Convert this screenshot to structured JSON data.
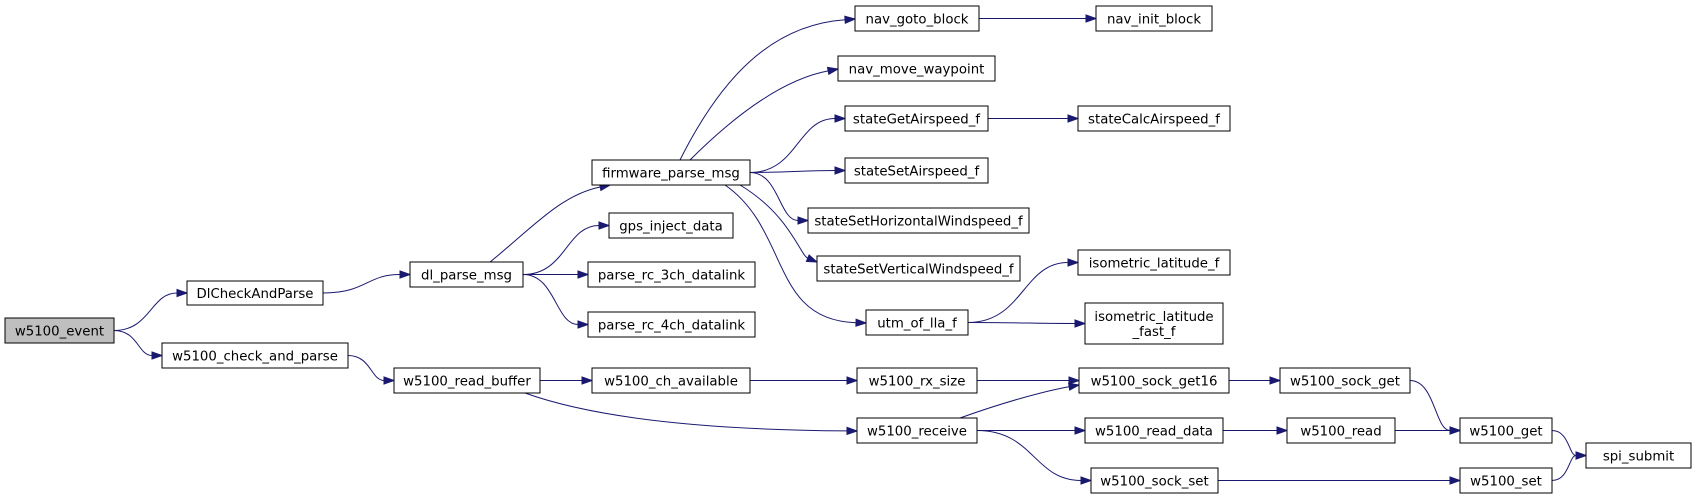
{
  "graph": {
    "type": "call-graph",
    "edge_color": "#191970",
    "root_fill": "#bfbfbf",
    "nodes": [
      {
        "id": "w5100_event",
        "lines": [
          "w5100_event"
        ],
        "root": true
      },
      {
        "id": "DlCheckAndParse",
        "lines": [
          "DlCheckAndParse"
        ]
      },
      {
        "id": "w5100_check_and_parse",
        "lines": [
          "w5100_check_and_parse"
        ]
      },
      {
        "id": "dl_parse_msg",
        "lines": [
          "dl_parse_msg"
        ]
      },
      {
        "id": "w5100_read_buffer",
        "lines": [
          "w5100_read_buffer"
        ]
      },
      {
        "id": "firmware_parse_msg",
        "lines": [
          "firmware_parse_msg"
        ]
      },
      {
        "id": "gps_inject_data",
        "lines": [
          "gps_inject_data"
        ]
      },
      {
        "id": "parse_rc_3ch_datalink",
        "lines": [
          "parse_rc_3ch_datalink"
        ]
      },
      {
        "id": "parse_rc_4ch_datalink",
        "lines": [
          "parse_rc_4ch_datalink"
        ]
      },
      {
        "id": "w5100_ch_available",
        "lines": [
          "w5100_ch_available"
        ]
      },
      {
        "id": "nav_goto_block",
        "lines": [
          "nav_goto_block"
        ]
      },
      {
        "id": "nav_move_waypoint",
        "lines": [
          "nav_move_waypoint"
        ]
      },
      {
        "id": "stateGetAirspeed_f",
        "lines": [
          "stateGetAirspeed_f"
        ]
      },
      {
        "id": "stateSetAirspeed_f",
        "lines": [
          "stateSetAirspeed_f"
        ]
      },
      {
        "id": "stateSetHorizontalWindspeed_f",
        "lines": [
          "stateSetHorizontalWindspeed_f"
        ]
      },
      {
        "id": "stateSetVerticalWindspeed_f",
        "lines": [
          "stateSetVerticalWindspeed_f"
        ]
      },
      {
        "id": "utm_of_lla_f",
        "lines": [
          "utm_of_lla_f"
        ]
      },
      {
        "id": "w5100_rx_size",
        "lines": [
          "w5100_rx_size"
        ]
      },
      {
        "id": "w5100_receive",
        "lines": [
          "w5100_receive"
        ]
      },
      {
        "id": "nav_init_block",
        "lines": [
          "nav_init_block"
        ]
      },
      {
        "id": "stateCalcAirspeed_f",
        "lines": [
          "stateCalcAirspeed_f"
        ]
      },
      {
        "id": "isometric_latitude_f",
        "lines": [
          "isometric_latitude_f"
        ]
      },
      {
        "id": "isometric_latitude_fast_f",
        "lines": [
          "isometric_latitude",
          "_fast_f"
        ]
      },
      {
        "id": "w5100_sock_get16",
        "lines": [
          "w5100_sock_get16"
        ]
      },
      {
        "id": "w5100_read_data",
        "lines": [
          "w5100_read_data"
        ]
      },
      {
        "id": "w5100_sock_set",
        "lines": [
          "w5100_sock_set"
        ]
      },
      {
        "id": "w5100_sock_get",
        "lines": [
          "w5100_sock_get"
        ]
      },
      {
        "id": "w5100_read",
        "lines": [
          "w5100_read"
        ]
      },
      {
        "id": "w5100_get",
        "lines": [
          "w5100_get"
        ]
      },
      {
        "id": "w5100_set",
        "lines": [
          "w5100_set"
        ]
      },
      {
        "id": "spi_submit",
        "lines": [
          "spi_submit"
        ]
      }
    ],
    "edges": [
      [
        "w5100_event",
        "DlCheckAndParse"
      ],
      [
        "w5100_event",
        "w5100_check_and_parse"
      ],
      [
        "DlCheckAndParse",
        "dl_parse_msg"
      ],
      [
        "dl_parse_msg",
        "firmware_parse_msg"
      ],
      [
        "dl_parse_msg",
        "gps_inject_data"
      ],
      [
        "dl_parse_msg",
        "parse_rc_3ch_datalink"
      ],
      [
        "dl_parse_msg",
        "parse_rc_4ch_datalink"
      ],
      [
        "firmware_parse_msg",
        "nav_goto_block"
      ],
      [
        "firmware_parse_msg",
        "nav_move_waypoint"
      ],
      [
        "firmware_parse_msg",
        "stateGetAirspeed_f"
      ],
      [
        "firmware_parse_msg",
        "stateSetAirspeed_f"
      ],
      [
        "firmware_parse_msg",
        "stateSetHorizontalWindspeed_f"
      ],
      [
        "firmware_parse_msg",
        "stateSetVerticalWindspeed_f"
      ],
      [
        "firmware_parse_msg",
        "utm_of_lla_f"
      ],
      [
        "nav_goto_block",
        "nav_init_block"
      ],
      [
        "stateGetAirspeed_f",
        "stateCalcAirspeed_f"
      ],
      [
        "utm_of_lla_f",
        "isometric_latitude_f"
      ],
      [
        "utm_of_lla_f",
        "isometric_latitude_fast_f"
      ],
      [
        "w5100_check_and_parse",
        "w5100_read_buffer"
      ],
      [
        "w5100_read_buffer",
        "w5100_ch_available"
      ],
      [
        "w5100_read_buffer",
        "w5100_receive"
      ],
      [
        "w5100_ch_available",
        "w5100_rx_size"
      ],
      [
        "w5100_rx_size",
        "w5100_sock_get16"
      ],
      [
        "w5100_receive",
        "w5100_sock_get16"
      ],
      [
        "w5100_receive",
        "w5100_read_data"
      ],
      [
        "w5100_receive",
        "w5100_sock_set"
      ],
      [
        "w5100_sock_get16",
        "w5100_sock_get"
      ],
      [
        "w5100_sock_get",
        "w5100_get"
      ],
      [
        "w5100_read_data",
        "w5100_read"
      ],
      [
        "w5100_read",
        "w5100_get"
      ],
      [
        "w5100_sock_set",
        "w5100_set"
      ],
      [
        "w5100_get",
        "spi_submit"
      ],
      [
        "w5100_set",
        "spi_submit"
      ]
    ]
  }
}
